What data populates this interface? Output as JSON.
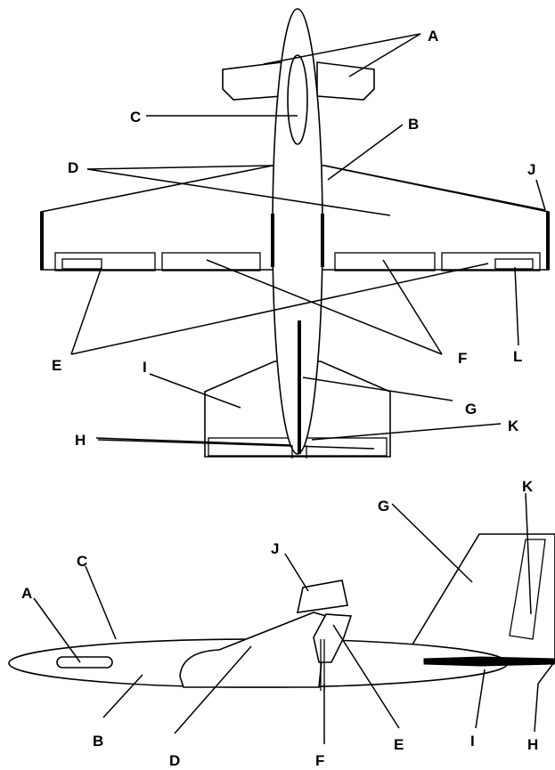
{
  "diagram": {
    "top_view_labels": {
      "A": "A",
      "B": "B",
      "C": "C",
      "D": "D",
      "E": "E",
      "F": "F",
      "G": "G",
      "H": "H",
      "I": "I",
      "J": "J",
      "K": "K",
      "L": "L"
    },
    "side_view_labels": {
      "A": "A",
      "B": "B",
      "C": "C",
      "D": "D",
      "E": "E",
      "F": "F",
      "G": "G",
      "H": "H",
      "I": "I",
      "J": "J",
      "K": "K"
    }
  }
}
